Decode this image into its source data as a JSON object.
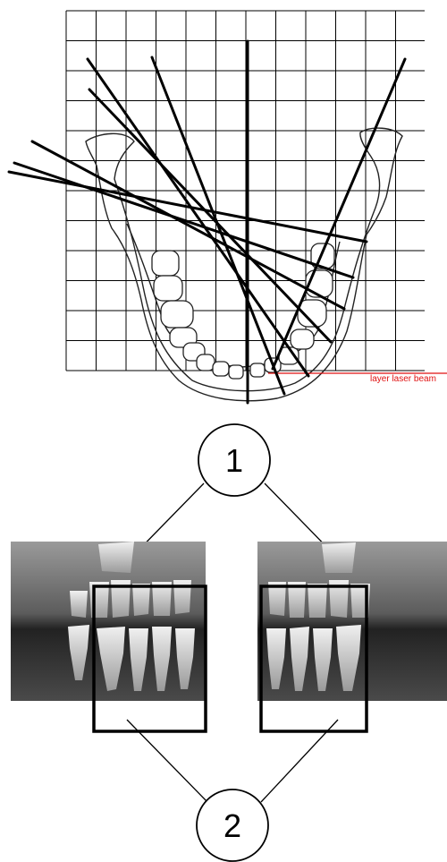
{
  "laser_label": "layer laser beam",
  "callouts": [
    {
      "label": "1"
    },
    {
      "label": "2"
    }
  ],
  "colors": {
    "laser": "#e01010",
    "lines": "#000000",
    "xray_dark": "#1c1c1c",
    "xray_mid": "#6a6a6a",
    "xray_light": "#dcdcdc"
  }
}
